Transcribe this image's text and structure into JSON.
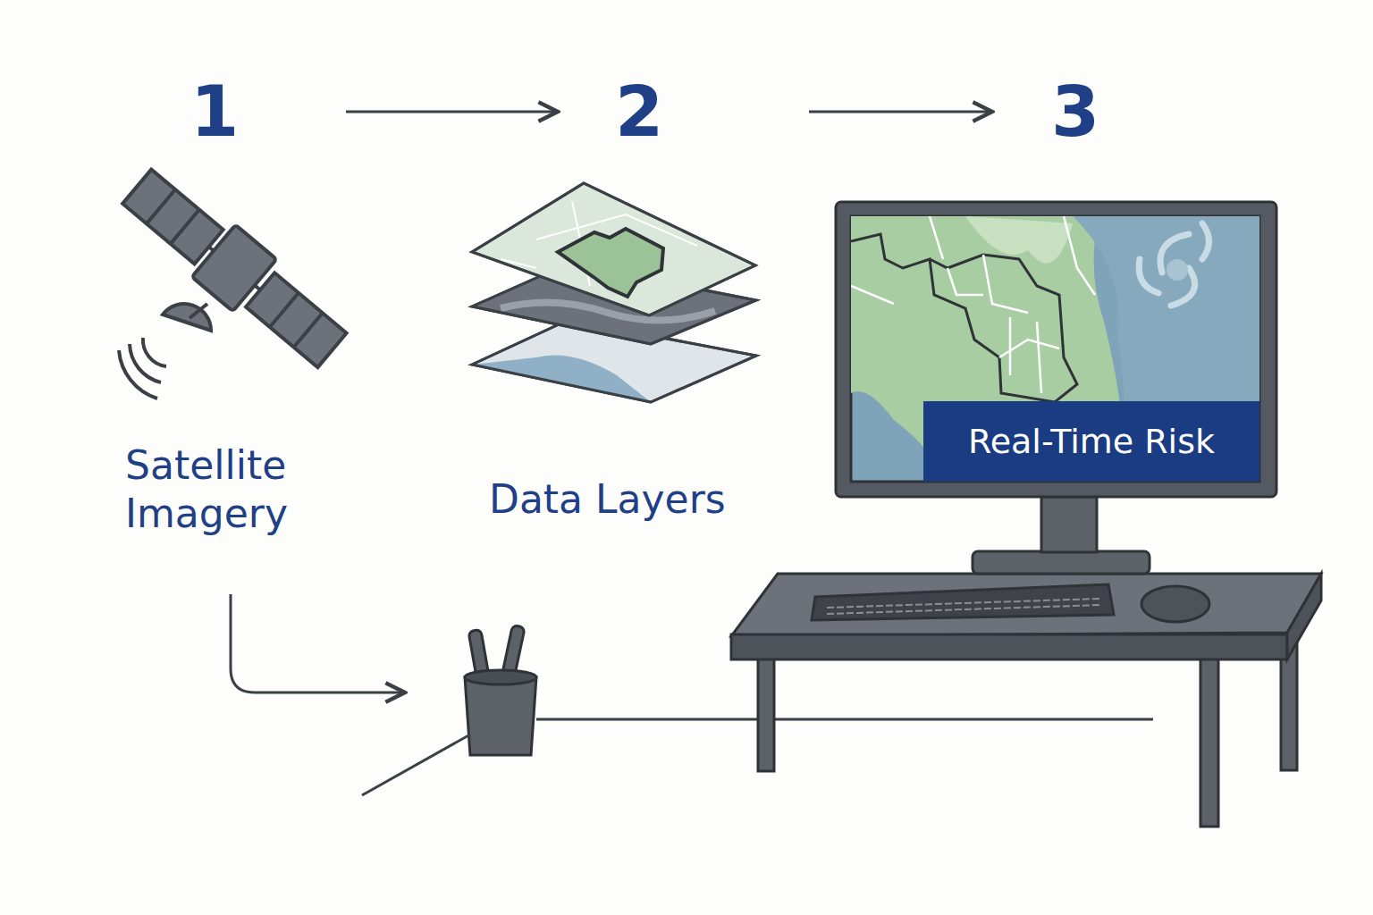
{
  "diagram": {
    "nodes": [
      {
        "text": [
          "Real-Time Risk"
        ]
      }
    ],
    "labels": [
      "1",
      "2",
      "3",
      "Satellite Imagery",
      "Data Layers"
    ]
  }
}
